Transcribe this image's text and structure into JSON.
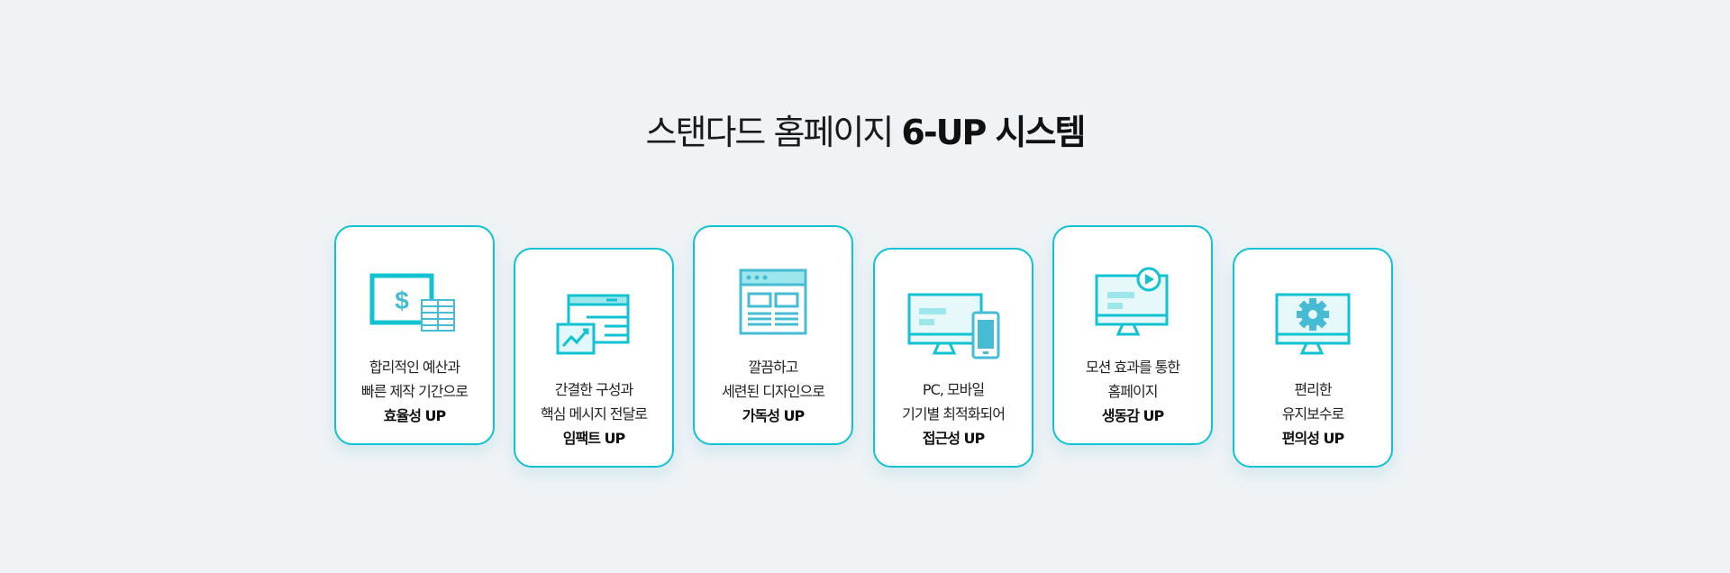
{
  "title": {
    "light": "스탠다드 홈페이지",
    "bold": "6-UP 시스템"
  },
  "cards": [
    {
      "icon": "budget-icon",
      "line1": "합리적인 예산과",
      "line2": "빠른 제작 기간으로",
      "strong": "효율성 UP"
    },
    {
      "icon": "chart-window-icon",
      "line1": "간결한 구성과",
      "line2": "핵심 메시지 전달로",
      "strong": "임팩트 UP"
    },
    {
      "icon": "layout-icon",
      "line1": "깔끔하고",
      "line2": "세련된 디자인으로",
      "strong": "가독성 UP"
    },
    {
      "icon": "responsive-devices-icon",
      "line1": "PC, 모바일",
      "line2": "기기별 최적화되어",
      "strong": "접근성 UP"
    },
    {
      "icon": "video-monitor-icon",
      "line1": "모션 효과를 통한",
      "line2": "홈페이지",
      "strong": "생동감 UP"
    },
    {
      "icon": "gear-monitor-icon",
      "line1": "편리한",
      "line2": "유지보수로",
      "strong": "편의성 UP"
    }
  ],
  "colors": {
    "accent": "#10c2d2",
    "icon": "#45bcd4",
    "icon_light": "#9de6ec"
  }
}
